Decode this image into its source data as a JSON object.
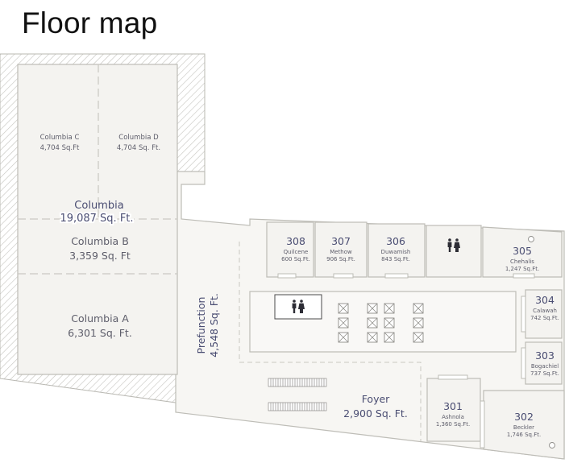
{
  "title": "Floor map",
  "colors": {
    "room_fill": "#f6f5f2",
    "wall": "#c9c8c2",
    "hatch": "#cfceca",
    "room_number": "#4a4d72",
    "text": "#5d5d6a"
  },
  "rooms": {
    "columbia": {
      "name": "Columbia",
      "area": "19,087 Sq. Ft."
    },
    "columbia_c": {
      "name": "Columbia C",
      "area": "4,704 Sq.Ft"
    },
    "columbia_d": {
      "name": "Columbia D",
      "area": "4,704 Sq. Ft."
    },
    "columbia_b": {
      "name": "Columbia B",
      "area": "3,359 Sq. Ft"
    },
    "columbia_a": {
      "name": "Columbia A",
      "area": "6,301 Sq. Ft."
    },
    "prefunction": {
      "name": "Prefunction",
      "area": "4,548 Sq. Ft."
    },
    "foyer": {
      "name": "Foyer",
      "area": "2,900 Sq. Ft."
    },
    "r308": {
      "number": "308",
      "name": "Quilcene",
      "area": "600 Sq.Ft."
    },
    "r307": {
      "number": "307",
      "name": "Methow",
      "area": "906 Sq.Ft."
    },
    "r306": {
      "number": "306",
      "name": "Duwamish",
      "area": "843 Sq.Ft."
    },
    "r305": {
      "number": "305",
      "name": "Chehalis",
      "area": "1,247 Sq.Ft."
    },
    "r304": {
      "number": "304",
      "name": "Calawah",
      "area": "742 Sq.Ft."
    },
    "r303": {
      "number": "303",
      "name": "Bogachiel",
      "area": "737 Sq.Ft."
    },
    "r302": {
      "number": "302",
      "name": "Beckler",
      "area": "1,746 Sq.Ft."
    },
    "r301": {
      "number": "301",
      "name": "Ashnola",
      "area": "1,360 Sq.Ft."
    }
  },
  "icons": [
    "restroom-icon",
    "elevator-icon",
    "stairs-icon"
  ]
}
